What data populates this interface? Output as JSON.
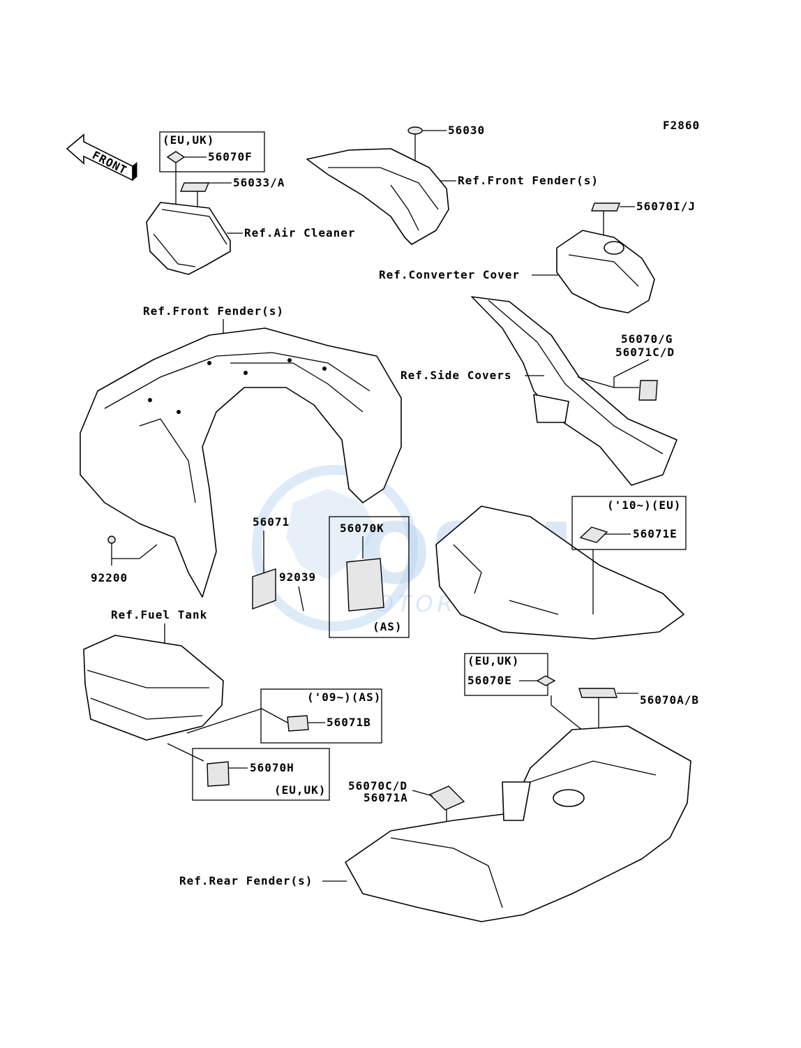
{
  "figure_code": "F2860",
  "front_arrow": "FRONT",
  "watermark": {
    "brand": "OSM",
    "sub": "MOTORPARTS"
  },
  "callouts": {
    "c56030": "56030",
    "c56070F": "56070F",
    "c56033A": "56033/A",
    "c56070IJ": "56070I/J",
    "c56070G": "56070/G",
    "c56071CD": "56071C/D",
    "c56071": "56071",
    "c56070K": "56070K",
    "c92039": "92039",
    "c92200": "92200",
    "c56071E": "56071E",
    "c56071B": "56071B",
    "c56070H": "56070H",
    "c56070E": "56070E",
    "c56070AB": "56070A/B",
    "c56070CD": "56070C/D",
    "c56071A": "56071A"
  },
  "references": {
    "front_fender_top": "Ref.Front Fender(s)",
    "air_cleaner": "Ref.Air Cleaner",
    "converter_cover": "Ref.Converter Cover",
    "front_fender_main": "Ref.Front Fender(s)",
    "side_covers": "Ref.Side Covers",
    "fuel_tank": "Ref.Fuel Tank",
    "rear_fender": "Ref.Rear Fender(s)"
  },
  "market_notes": {
    "eu_uk_1": "(EU,UK)",
    "as_1": "(AS)",
    "y10_eu": "('10~)(EU)",
    "y09_as": "('09~)(AS)",
    "eu_uk_2": "(EU,UK)",
    "eu_uk_3": "(EU,UK)"
  }
}
